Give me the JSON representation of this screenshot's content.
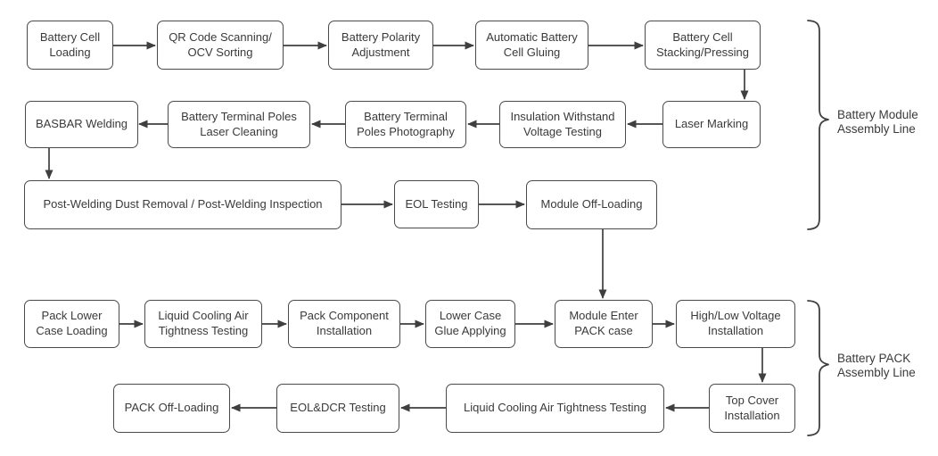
{
  "diagram_type": "flowchart",
  "module_line": {
    "group_label": "Battery Module Assembly Line",
    "steps": [
      {
        "id": "battery-cell-loading",
        "label": "Battery Cell Loading"
      },
      {
        "id": "qr-code-scanning-ocv-sorting",
        "label": "QR Code Scanning/ OCV Sorting"
      },
      {
        "id": "battery-polarity-adjustment",
        "label": "Battery Polarity Adjustment"
      },
      {
        "id": "automatic-battery-cell-gluing",
        "label": "Automatic Battery Cell Gluing"
      },
      {
        "id": "battery-cell-stacking-pressing",
        "label": "Battery Cell Stacking/Pressing"
      },
      {
        "id": "laser-marking",
        "label": "Laser Marking"
      },
      {
        "id": "insulation-withstand-voltage-testing",
        "label": "Insulation Withstand Voltage Testing"
      },
      {
        "id": "battery-terminal-poles-photography",
        "label": "Battery Terminal Poles Photography"
      },
      {
        "id": "battery-terminal-poles-laser-cleaning",
        "label": "Battery Terminal Poles Laser Cleaning"
      },
      {
        "id": "basbar-welding",
        "label": "BASBAR Welding"
      },
      {
        "id": "post-welding-dust-removal-inspection",
        "label": "Post-Welding Dust Removal / Post-Welding Inspection"
      },
      {
        "id": "eol-testing",
        "label": "EOL Testing"
      },
      {
        "id": "module-off-loading",
        "label": "Module Off-Loading"
      }
    ]
  },
  "pack_line": {
    "group_label": "Battery PACK Assembly Line",
    "steps": [
      {
        "id": "pack-lower-case-loading",
        "label": "Pack Lower Case Loading"
      },
      {
        "id": "liquid-cooling-air-tightness-testing",
        "label": "Liquid Cooling Air Tightness Testing"
      },
      {
        "id": "pack-component-installation",
        "label": "Pack Component Installation"
      },
      {
        "id": "lower-case-glue-applying",
        "label": "Lower Case Glue Applying"
      },
      {
        "id": "module-enter-pack-case",
        "label": "Module Enter PACK case"
      },
      {
        "id": "high-low-voltage-installation",
        "label": "High/Low Voltage Installation"
      },
      {
        "id": "top-cover-installation",
        "label": "Top Cover Installation"
      },
      {
        "id": "liquid-cooling-air-tightness-testing-final",
        "label": "Liquid Cooling Air Tightness Testing"
      },
      {
        "id": "eol-dcr-testing",
        "label": "EOL&DCR Testing"
      },
      {
        "id": "pack-off-loading",
        "label": "PACK Off-Loading"
      }
    ]
  },
  "cross_edge": {
    "from": "module-off-loading",
    "to": "module-enter-pack-case"
  },
  "colors": {
    "background": "#ffffff",
    "box_border": "#4a4a4a",
    "text": "#3a3a3a",
    "arrow": "#3f3f3f"
  }
}
